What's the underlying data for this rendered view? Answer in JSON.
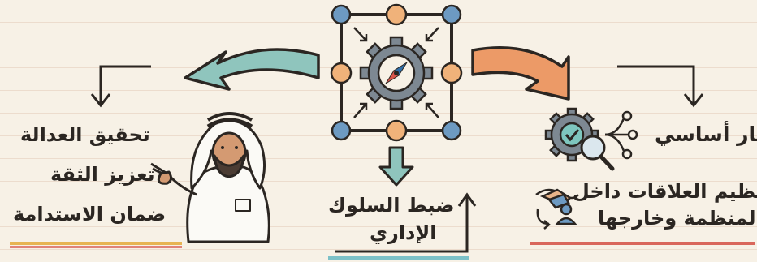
{
  "theme": {
    "paper": "#f7f1e6",
    "ink": "#2b2622",
    "teal": "#8fc5bd",
    "orange": "#ec9a67",
    "node_orange": "#f0b27a",
    "node_blue": "#6d9ac2",
    "gear": "#7d8892",
    "underline_teal": "#7cc1c8",
    "underline_red": "#d9675c",
    "underline_yellow": "#e7b453"
  },
  "right_branch": {
    "title": "إطار أساسي",
    "relations": [
      "تنظيم العلاقات داخل",
      "المنظمة وخارجها"
    ],
    "icons": [
      "gear-check-icon",
      "magnifier-icon",
      "branch-icon",
      "handshake-icon",
      "person-icon"
    ]
  },
  "center_branch": {
    "lines": [
      "ضبط السلوك",
      "الإداري"
    ],
    "icons": [
      "compass-gear-icon",
      "down-arrow-icon",
      "up-arrow-icon"
    ]
  },
  "left_branch": {
    "items": [
      "تحقيق العدالة",
      "تعزيز الثقة",
      "ضمان الاستدامة"
    ],
    "icons": [
      "presenter-man-illustration"
    ]
  }
}
